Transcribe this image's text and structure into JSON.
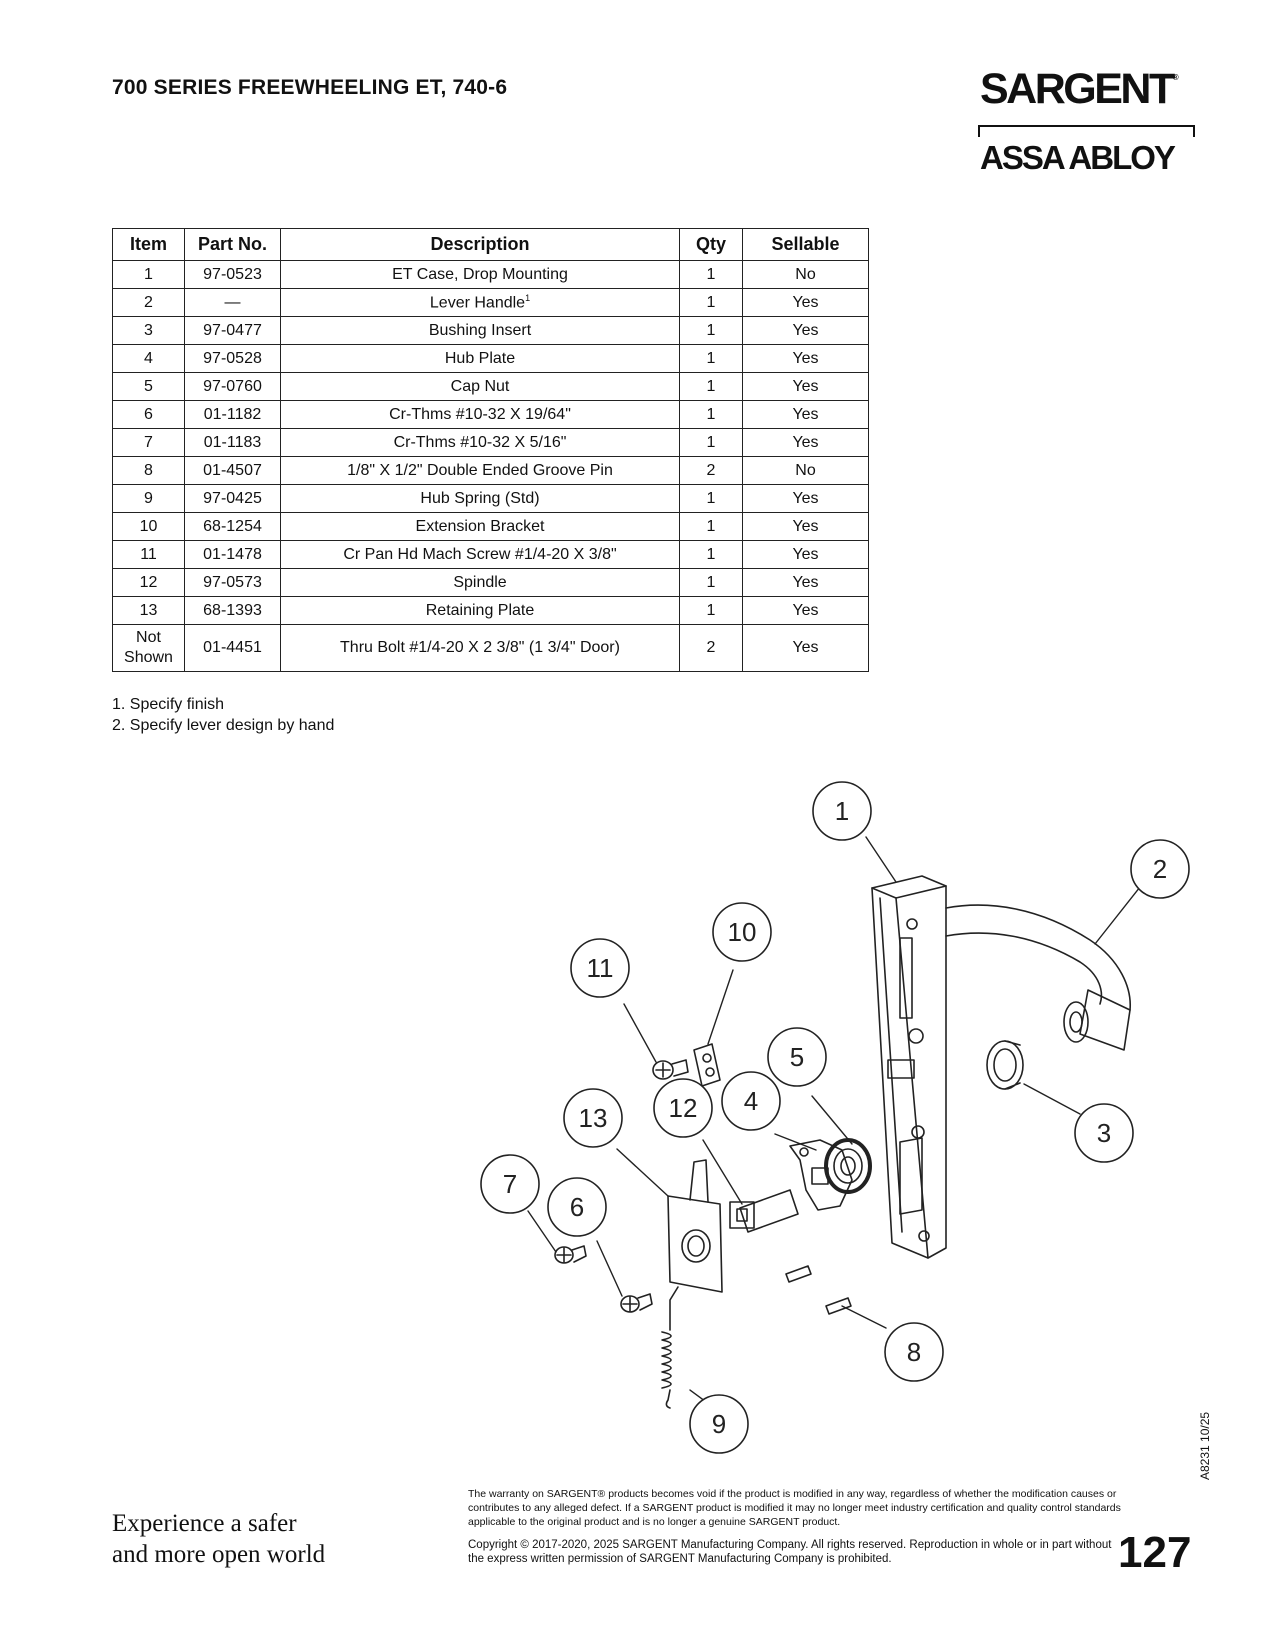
{
  "header": {
    "title": "700 SERIES FREEWHEELING ET, 740-6",
    "brand_name": "SARGENT",
    "brand_mark": "®",
    "parent_brand": "ASSA ABLOY"
  },
  "parts_table": {
    "headers": [
      "Item",
      "Part No.",
      "Description",
      "Qty",
      "Sellable"
    ],
    "rows": [
      {
        "item": "1",
        "part": "97-0523",
        "desc": "ET Case, Drop Mounting",
        "qty": "1",
        "sellable": "No"
      },
      {
        "item": "2",
        "part": "—",
        "desc": "Lever Handle",
        "qty": "1",
        "sellable": "Yes"
      },
      {
        "item": "3",
        "part": "97-0477",
        "desc": "Bushing Insert",
        "qty": "1",
        "sellable": "Yes"
      },
      {
        "item": "4",
        "part": "97-0528",
        "desc": "Hub Plate",
        "qty": "1",
        "sellable": "Yes"
      },
      {
        "item": "5",
        "part": "97-0760",
        "desc": "Cap Nut",
        "qty": "1",
        "sellable": "Yes"
      },
      {
        "item": "6",
        "part": "01-1182",
        "desc": "Cr-Thms #10-32 X 19/64\"",
        "qty": "1",
        "sellable": "Yes"
      },
      {
        "item": "7",
        "part": "01-1183",
        "desc": "Cr-Thms #10-32 X 5/16\"",
        "qty": "1",
        "sellable": "Yes"
      },
      {
        "item": "8",
        "part": "01-4507",
        "desc": "1/8\" X 1/2\" Double Ended Groove Pin",
        "qty": "2",
        "sellable": "No"
      },
      {
        "item": "9",
        "part": "97-0425",
        "desc": "Hub Spring (Std)",
        "qty": "1",
        "sellable": "Yes"
      },
      {
        "item": "10",
        "part": "68-1254",
        "desc": "Extension Bracket",
        "qty": "1",
        "sellable": "Yes"
      },
      {
        "item": "11",
        "part": "01-1478",
        "desc": "Cr Pan Hd Mach Screw #1/4-20 X 3/8\"",
        "qty": "1",
        "sellable": "Yes"
      },
      {
        "item": "12",
        "part": "97-0573",
        "desc": "Spindle",
        "qty": "1",
        "sellable": "Yes"
      },
      {
        "item": "13",
        "part": "68-1393",
        "desc": "Retaining Plate",
        "qty": "1",
        "sellable": "Yes"
      }
    ],
    "last_row": {
      "item_line1": "Not",
      "item_line2": "Shown",
      "part": "01-4451",
      "desc": "Thru Bolt #1/4-20 X 2 3/8\" (1 3/4\" Door)",
      "qty": "2",
      "sellable": "Yes"
    },
    "footnote_marker": "1"
  },
  "notes": [
    "1. Specify finish",
    "2. Specify lever design by hand"
  ],
  "diagram": {
    "callouts": [
      "1",
      "2",
      "3",
      "4",
      "5",
      "6",
      "7",
      "8",
      "9",
      "10",
      "11",
      "12",
      "13"
    ]
  },
  "footer": {
    "doc_code": "A8231  10/25",
    "tagline_line1": "Experience a safer",
    "tagline_line2": "and more open world",
    "warranty": "The warranty on SARGENT® products becomes void if the product is modified in any way, regardless of whether the modification causes or contributes to any alleged defect. If a SARGENT product is modified it may no longer meet industry certification and quality control standards applicable to the original product and is no longer a genuine SARGENT product.",
    "copyright": "Copyright © 2017-2020, 2025 SARGENT Manufacturing Company. All rights reserved. Reproduction in whole or in part without the express written permission of SARGENT Manufacturing Company is prohibited.",
    "page_number": "127"
  }
}
